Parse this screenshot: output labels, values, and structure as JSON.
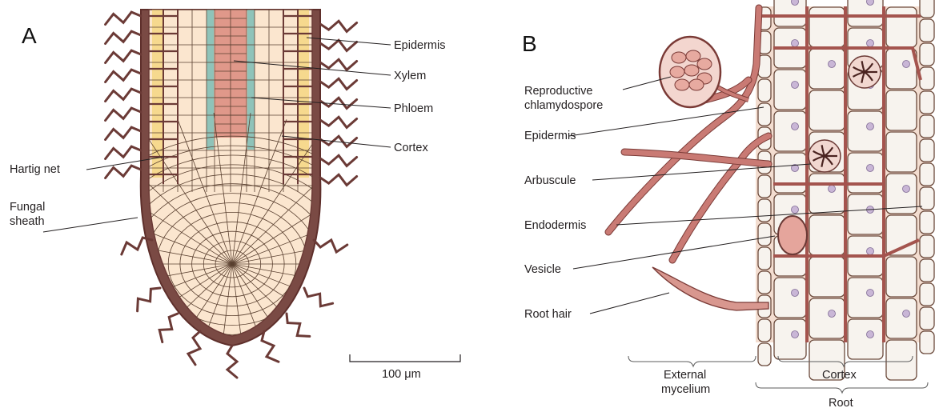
{
  "panel_a": {
    "letter": "A",
    "labels": {
      "epidermis": "Epidermis",
      "xylem": "Xylem",
      "phloem": "Phloem",
      "cortex": "Cortex",
      "hartig_net": "Hartig net",
      "fungal_sheath_line1": "Fungal",
      "fungal_sheath_line2": "sheath"
    },
    "scale_bar": "100 μm"
  },
  "panel_b": {
    "letter": "B",
    "labels": {
      "reproductive_line1": "Reproductive",
      "reproductive_line2": "chlamydospore",
      "epidermis": "Epidermis",
      "arbuscule": "Arbuscule",
      "endodermis": "Endodermis",
      "vesicle": "Vesicle",
      "root_hair": "Root hair"
    },
    "brackets": {
      "external_line1": "External",
      "external_line2": "mycelium",
      "cortex": "Cortex",
      "root": "Root"
    }
  },
  "colors": {
    "fungal_hypha": "#6b3a36",
    "hypha_b": "#c97a74",
    "root_tissue": "#fbe6cf",
    "xylem": "#e0988a",
    "phloem": "#8fc3b9",
    "epidermis_band": "#f6d98e",
    "nucleus": "#c9b6d6"
  }
}
